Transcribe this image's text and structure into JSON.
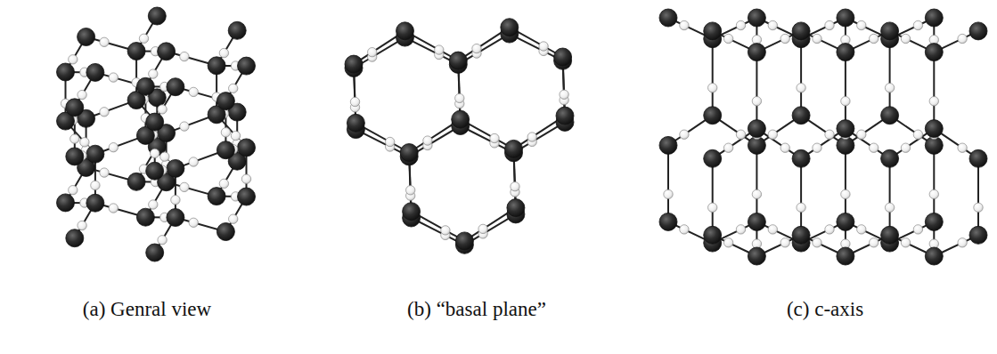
{
  "diagram": {
    "labels": [
      "(a) Genral view",
      "(b) “basal plane”",
      "(c) c-axis"
    ]
  }
}
